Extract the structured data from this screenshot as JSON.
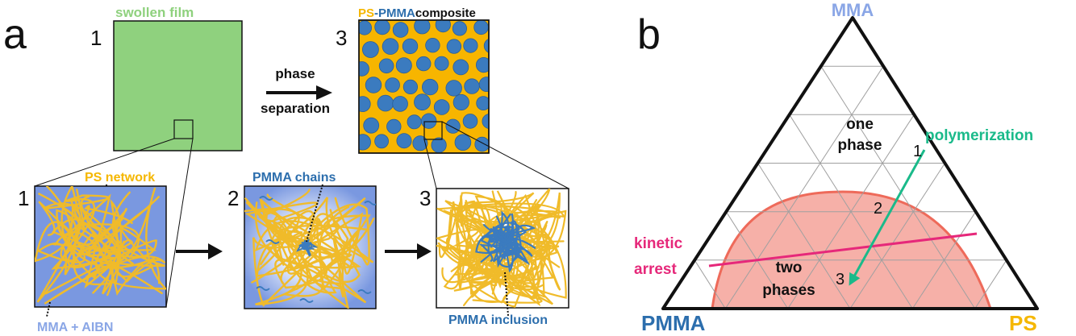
{
  "panel_a": {
    "letter": "a",
    "top_left": {
      "number": "1",
      "title": "swollen film"
    },
    "arrow_label_line1": "phase",
    "arrow_label_line2": "separation",
    "top_right": {
      "number": "3",
      "title_ps": "PS",
      "title_dash": "-",
      "title_pmma": "PMMA",
      "title_rest": "composite"
    },
    "zoom1": {
      "number": "1",
      "label_top": "PS network",
      "label_bottom": "MMA + AIBN"
    },
    "zoom2": {
      "number": "2",
      "label_top": "PMMA chains"
    },
    "zoom3": {
      "number": "3",
      "label_bottom": "PMMA inclusion"
    }
  },
  "panel_b": {
    "letter": "b",
    "vertex_top": "MMA",
    "vertex_left": "PMMA",
    "vertex_right": "PS",
    "one_phase_line1": "one",
    "one_phase_line2": "phase",
    "two_phases_line1": "two",
    "two_phases_line2": "phases",
    "kinetic_line1": "kinetic",
    "kinetic_line2": "arrest",
    "polymerization": "polymerization",
    "points": [
      "1",
      "2",
      "3"
    ]
  },
  "colors": {
    "green": "#8fd17e",
    "blue_bg": "#7a98e0",
    "orange": "#f7b500",
    "yarn": "#f0bb2a",
    "pmma_blue": "#3b7bbf",
    "ps_label": "#f5b700",
    "mma_label": "#8aa6e6",
    "pmma_label": "#2c6ead",
    "teal": "#1aba8a",
    "magenta": "#e6287a",
    "two_phase_fill": "#f6b0a8",
    "two_phase_edge": "#ee6a5a"
  }
}
